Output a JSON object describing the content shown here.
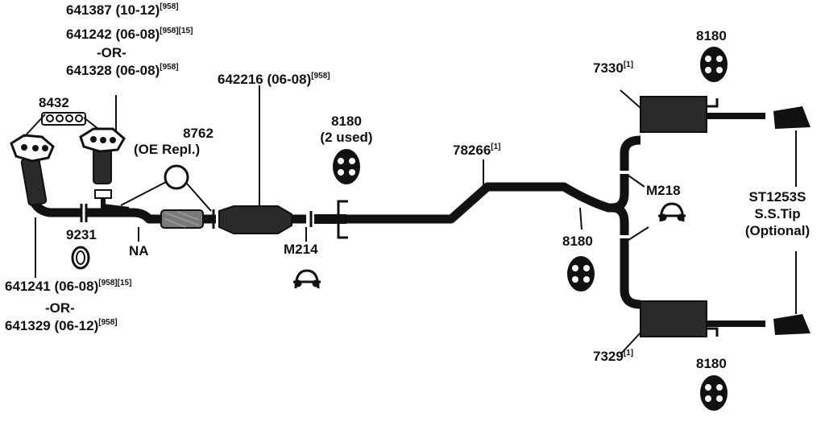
{
  "labels": {
    "p641387": {
      "main": "641387 (10-12)",
      "sup": "[958]"
    },
    "p641242": {
      "main": "641242 (06-08)",
      "sup": "[958][15]"
    },
    "or_top": "-OR-",
    "p641328": {
      "main": "641328 (06-08)",
      "sup": "[958]"
    },
    "p8432": "8432",
    "p642216": {
      "main": "642216 (06-08)",
      "sup": "[958]"
    },
    "p8762": "8762",
    "p8762_note": "(OE Repl.)",
    "p8180_mid": "8180",
    "p8180_mid_note": "(2 used)",
    "p78266": {
      "main": "78266",
      "sup": "[1]"
    },
    "p7330": {
      "main": "7330",
      "sup": "[1]"
    },
    "p8180_top": "8180",
    "p9231": "9231",
    "p_na": "NA",
    "p_m214": "M214",
    "p_m218": "M218",
    "p8180_right": "8180",
    "p641241": {
      "main": "641241 (06-08)",
      "sup": "[958][15]"
    },
    "or_bottom": "-OR-",
    "p641329": {
      "main": "641329 (06-12)",
      "sup": "[958]"
    },
    "p7329": {
      "main": "7329",
      "sup": "[1]"
    },
    "p8180_bottom": "8180",
    "tip_code": "ST1253S",
    "tip_name": "S.S.Tip",
    "tip_note": "(Optional)"
  },
  "colors": {
    "ink": "#111111",
    "shell": "#2a2a2a",
    "mesh": "#7a7a7a",
    "paper": "#ffffff"
  }
}
